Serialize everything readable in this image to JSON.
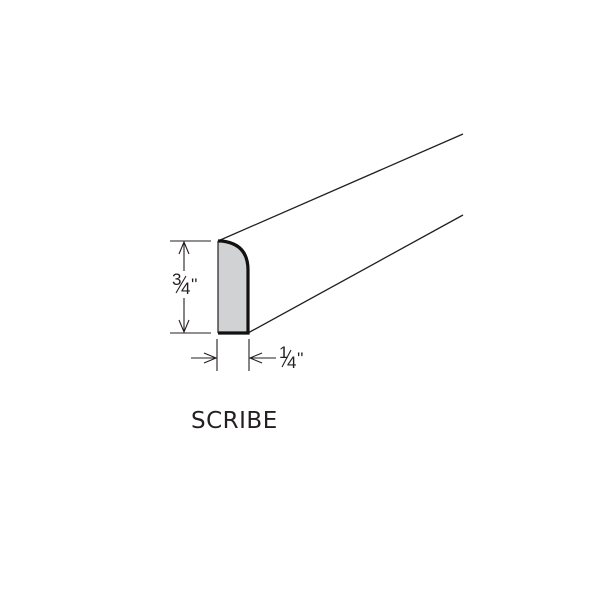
{
  "drawing": {
    "title": "SCRIBE",
    "dimensions": {
      "height_label": "3/4''",
      "height_whole": "3",
      "height_den": "4",
      "width_label": "1/4''",
      "width_whole": "1",
      "width_den": "4",
      "inch_mark": "''"
    },
    "colors": {
      "line": "#231f20",
      "profile_fill": "#d1d2d4",
      "profile_stroke": "#111111",
      "background": "#ffffff"
    }
  }
}
